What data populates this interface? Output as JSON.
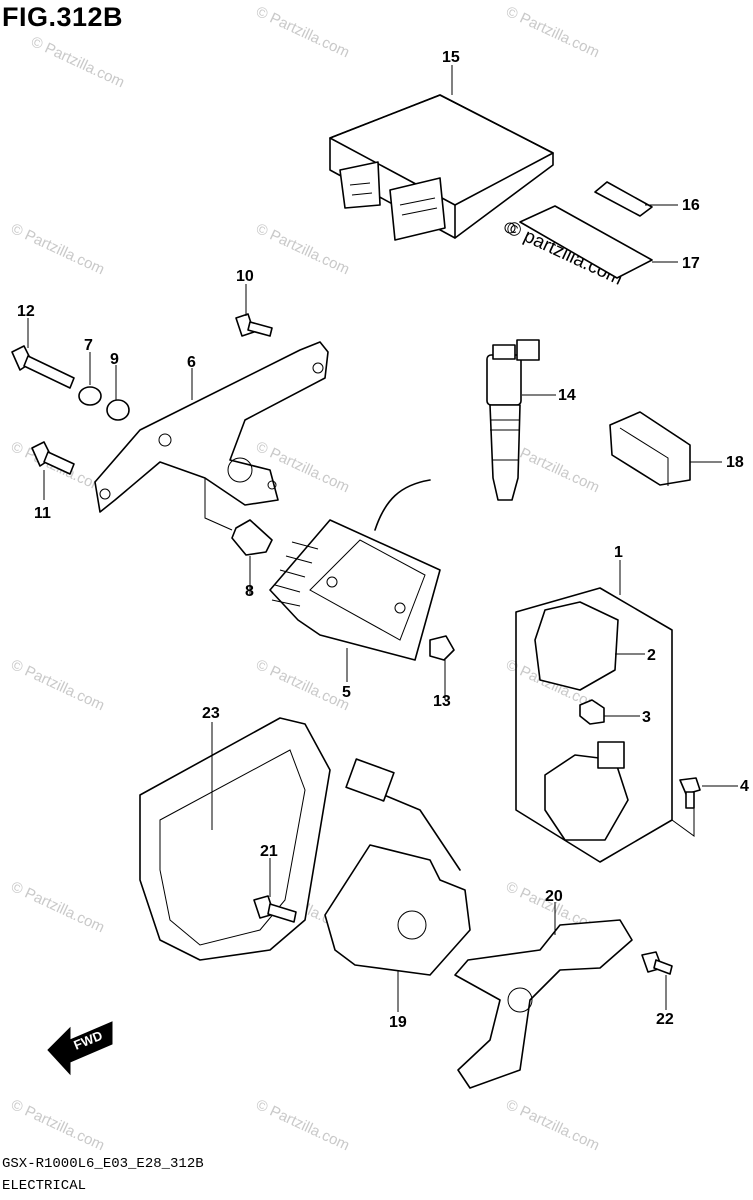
{
  "figure": {
    "title": "FIG.312B",
    "code": "GSX-R1000L6_E03_E28_312B",
    "label": "ELECTRICAL"
  },
  "watermark": {
    "text": "© Partzilla.com",
    "large_text": "© partzilla.com"
  },
  "direction_marker": {
    "text": "FWD"
  },
  "callouts": [
    "1",
    "2",
    "3",
    "4",
    "5",
    "6",
    "7",
    "8",
    "9",
    "10",
    "11",
    "12",
    "13",
    "14",
    "15",
    "16",
    "17",
    "18",
    "19",
    "20",
    "21",
    "22",
    "23"
  ]
}
